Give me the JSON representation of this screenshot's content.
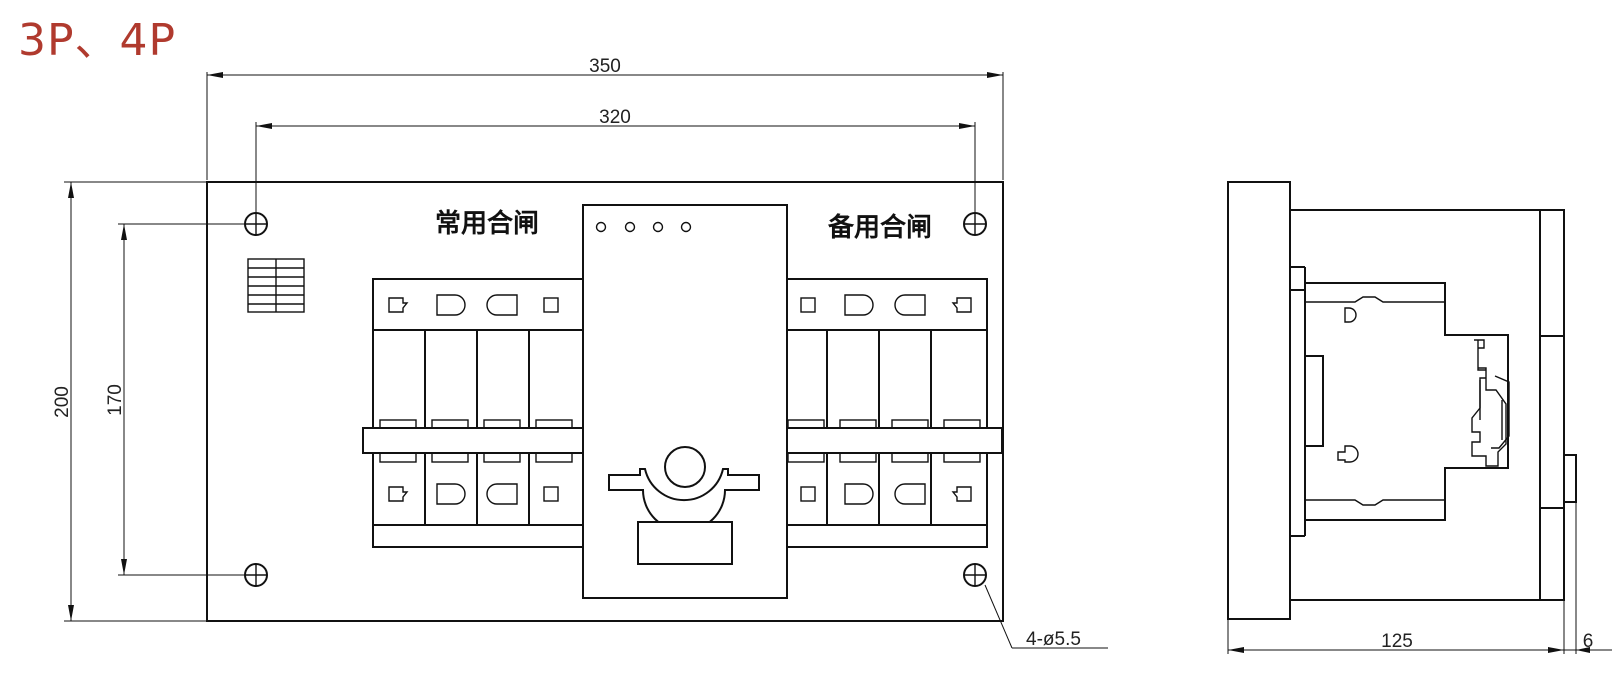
{
  "title": "3P、4P",
  "front_view": {
    "label_normal": "常用合闸",
    "label_backup": "备用合闸",
    "dim_width_outer": "350",
    "dim_width_holes": "320",
    "dim_height_outer": "200",
    "dim_height_holes": "170",
    "hole_callout": "4-ø5.5"
  },
  "side_view": {
    "dim_depth": "125",
    "dim_knob": "6"
  }
}
